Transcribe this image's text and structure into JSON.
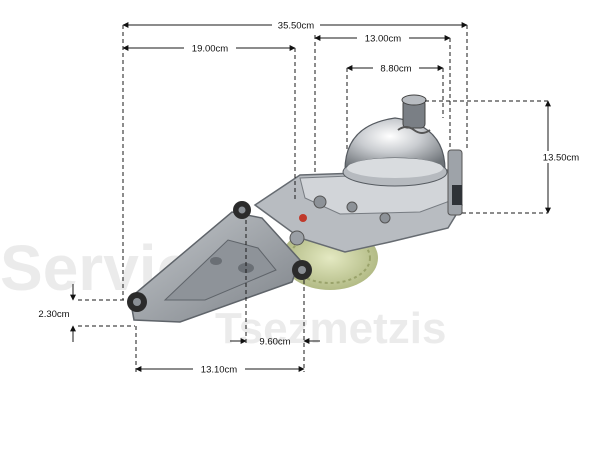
{
  "watermark": {
    "line1": "Service",
    "line2": "Tsezmetzis"
  },
  "dimensions": {
    "overall_length": "35.50cm",
    "arm_length": "19.00cm",
    "housing_width": "13.00cm",
    "dome_width": "8.80cm",
    "height": "13.50cm",
    "foot_height": "2.30cm",
    "hub_offset": "9.60cm",
    "base_length": "13.10cm"
  },
  "colors": {
    "metal": "#a9aeb4",
    "gear": "#c7cf9d",
    "dark": "#2b2b2b",
    "dim_line": "#1a1a1a"
  }
}
